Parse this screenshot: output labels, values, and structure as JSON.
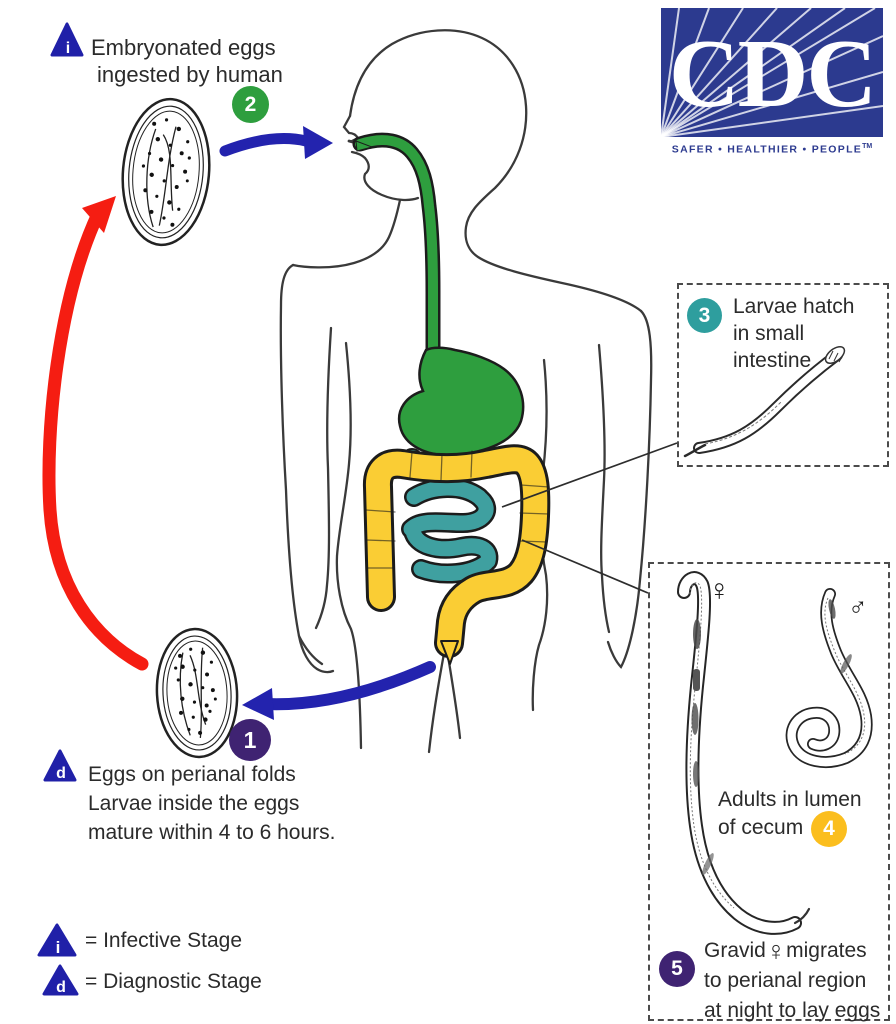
{
  "logo": {
    "name": "CDC",
    "tagline": "SAFER • HEALTHIER • PEOPLE",
    "tm": "TM"
  },
  "markers": {
    "infective_letter": "i",
    "diagnostic_letter": "d"
  },
  "badges": {
    "b1": "1",
    "b2": "2",
    "b3": "3",
    "b4": "4",
    "b5": "5"
  },
  "labels": {
    "step2_line1": "Embryonated eggs",
    "step2_line2": "ingested by human",
    "step3_line1": "Larvae hatch",
    "step3_line2": "in small intestine",
    "step4_line1": "Adults in lumen",
    "step4_line2": "of cecum",
    "step5_pre": "Gravid",
    "step5_symbol": "♀",
    "step5_post": "migrates",
    "step5_line2": "to perianal region",
    "step5_line3": "at night to lay eggs",
    "step1_line1": "Eggs on perianal folds",
    "step1_line2": "Larvae inside the eggs",
    "step1_line3": "mature within 4 to 6 hours."
  },
  "legend": {
    "infective": "= Infective Stage",
    "diagnostic": "= Diagnostic Stage"
  },
  "worm_symbols": {
    "female": "♀",
    "male": "♂"
  },
  "colors": {
    "arrow_blue": "#2323AE",
    "arrow_red": "#F51D12",
    "stage_green": "#2E9E3E",
    "stage_teal": "#2E9E9E",
    "stage_yellow": "#FBBE1E",
    "stage_purple": "#3F2372",
    "organ_yellow": "#FACD34",
    "organ_teal": "#3FA0A0",
    "logo_blue": "#2C3A8F"
  }
}
